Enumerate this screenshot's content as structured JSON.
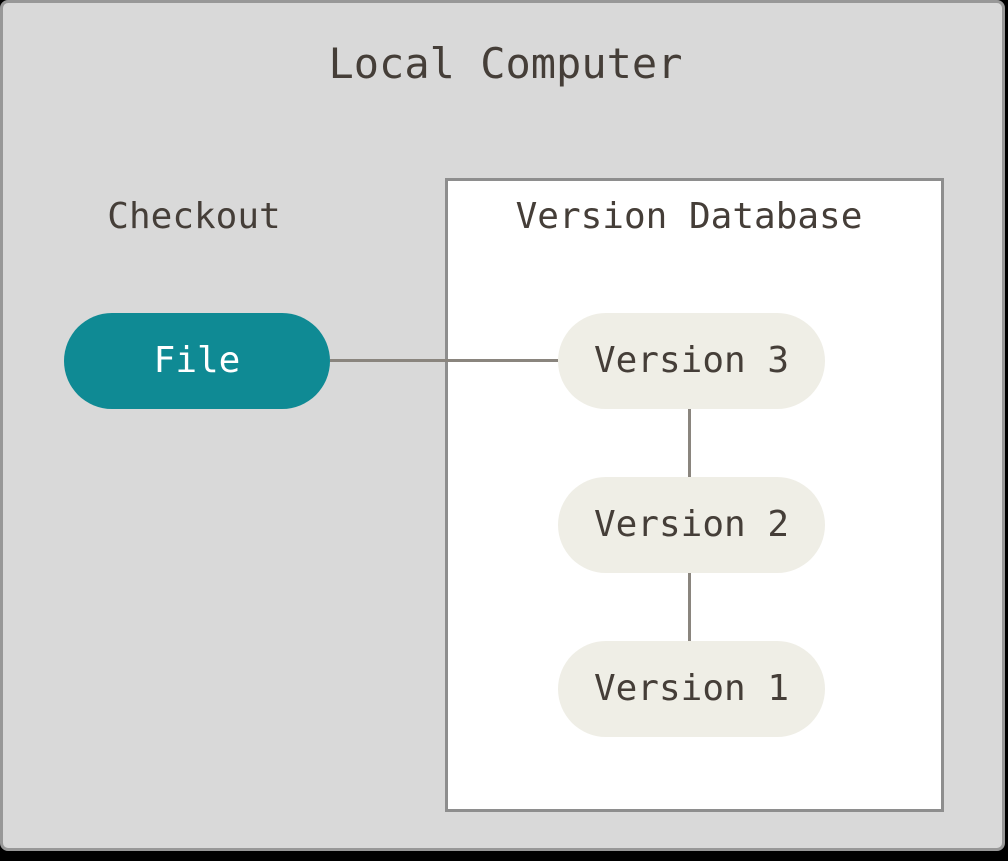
{
  "diagram": {
    "title": "Local Computer",
    "checkout_label": "Checkout",
    "file_node": {
      "label": "File"
    },
    "version_database": {
      "title": "Version Database",
      "versions": [
        {
          "label": "Version 3"
        },
        {
          "label": "Version 2"
        },
        {
          "label": "Version 1"
        }
      ]
    },
    "connections": [
      "File - Version 3",
      "Version 3 - Version 2",
      "Version 2 - Version 1"
    ],
    "colors": {
      "background": "#D9D9D9",
      "window_border": "#989898",
      "box_background": "#FFFFFF",
      "box_border": "#8E8E8E",
      "node_fill": "#EFEEE6",
      "file_fill": "#0F8A94",
      "file_text": "#FFFFFF",
      "text": "#453E38",
      "connector": "#8A857E",
      "shadow": "#000000"
    }
  }
}
